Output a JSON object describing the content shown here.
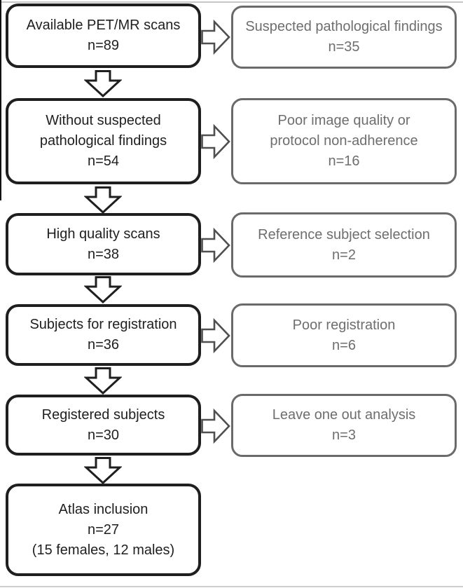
{
  "figure": {
    "kind": "subject-selection-flowchart"
  },
  "colors": {
    "main_box_border": "#1f1f1f",
    "main_box_text": "#1f1f1f",
    "excluded_box_border": "#6a6a6a",
    "excluded_box_text": "#6e6e6e",
    "down_arrow_outline": "#1f1f1f",
    "right_arrow_outline": "#4f4f4f",
    "frame_line": "#c6c6c6",
    "background": "#ffffff"
  },
  "flowchart": {
    "main_path": [
      {
        "lines": [
          "Available PET/MR scans",
          "n=89"
        ]
      },
      {
        "lines": [
          "Without suspected",
          "pathological findings",
          "n=54"
        ]
      },
      {
        "lines": [
          "High quality scans",
          "n=38"
        ]
      },
      {
        "lines": [
          "Subjects for registration",
          "n=36"
        ]
      },
      {
        "lines": [
          "Registered subjects",
          "n=30"
        ]
      },
      {
        "lines": [
          "Atlas inclusion",
          "n=27",
          "(15 females, 12 males)"
        ]
      }
    ],
    "excluded_path": [
      {
        "lines": [
          "Suspected pathological findings",
          "n=35"
        ]
      },
      {
        "lines": [
          "Poor image quality or",
          "protocol non-adherence",
          "n=16"
        ]
      },
      {
        "lines": [
          "Reference subject selection",
          "n=2"
        ]
      },
      {
        "lines": [
          "Poor registration",
          "n=6"
        ]
      },
      {
        "lines": [
          "Leave one out analysis",
          "n=3"
        ]
      }
    ]
  }
}
